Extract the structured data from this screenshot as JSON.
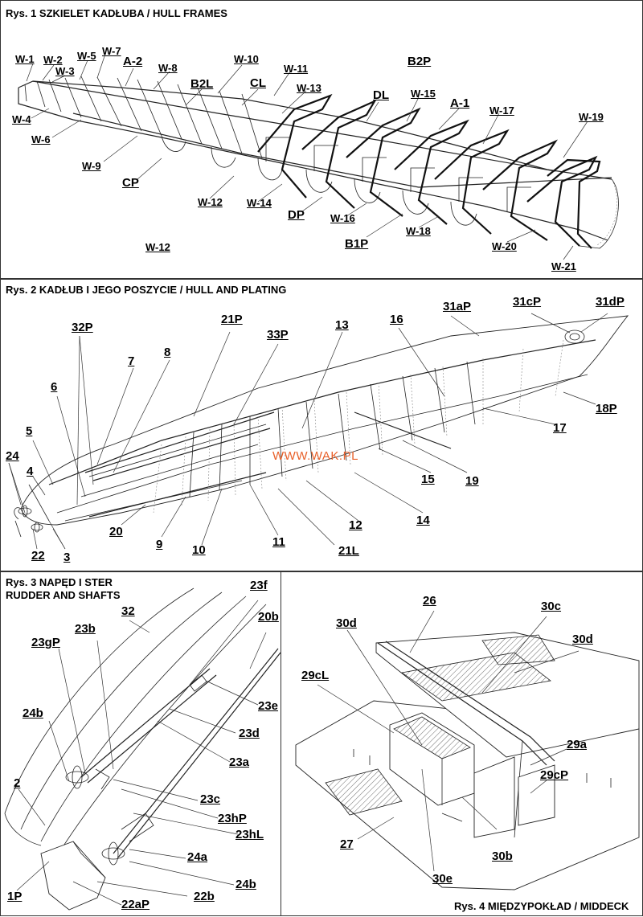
{
  "watermark": "WWW.WAK.PL",
  "fig1": {
    "title": "Rys. 1  SZKIELET KADŁUBA / HULL FRAMES",
    "labels": [
      "W-1",
      "W-2",
      "W-3",
      "W-4",
      "W-5",
      "W-6",
      "W-7",
      "A-2",
      "W-8",
      "B2L",
      "W-10",
      "CL",
      "W-11",
      "W-13",
      "B2P",
      "DL",
      "W-15",
      "A-1",
      "W-17",
      "W-19",
      "W-9",
      "CP",
      "W-12",
      "W-14",
      "DP",
      "W-16",
      "B1P",
      "W-18",
      "W-20",
      "W-21",
      "W-12"
    ]
  },
  "fig2": {
    "title": "Rys. 2  KADŁUB I JEGO POSZYCIE / HULL AND PLATING",
    "labels": [
      "31aP",
      "31cP",
      "31dP",
      "32P",
      "21P",
      "33P",
      "13",
      "16",
      "7",
      "8",
      "6",
      "18P",
      "5",
      "17",
      "24",
      "4",
      "15",
      "19",
      "14",
      "12",
      "20",
      "9",
      "10",
      "11",
      "21L",
      "22",
      "3"
    ]
  },
  "fig3": {
    "title_line1": "Rys. 3 NAPĘD I STER",
    "title_line2": "RUDDER AND SHAFTS",
    "labels": [
      "23f",
      "32",
      "20b",
      "23b",
      "23gP",
      "23e",
      "24b",
      "23d",
      "23a",
      "2",
      "23c",
      "23hP",
      "23hL",
      "24a",
      "24b",
      "1P",
      "22aP",
      "22b"
    ]
  },
  "fig4": {
    "title": "Rys. 4 MIĘDZYPOKŁAD / MIDDECK",
    "labels": [
      "26",
      "30c",
      "30d",
      "30d",
      "29cL",
      "29a",
      "29cP",
      "27",
      "30b",
      "30e"
    ]
  }
}
